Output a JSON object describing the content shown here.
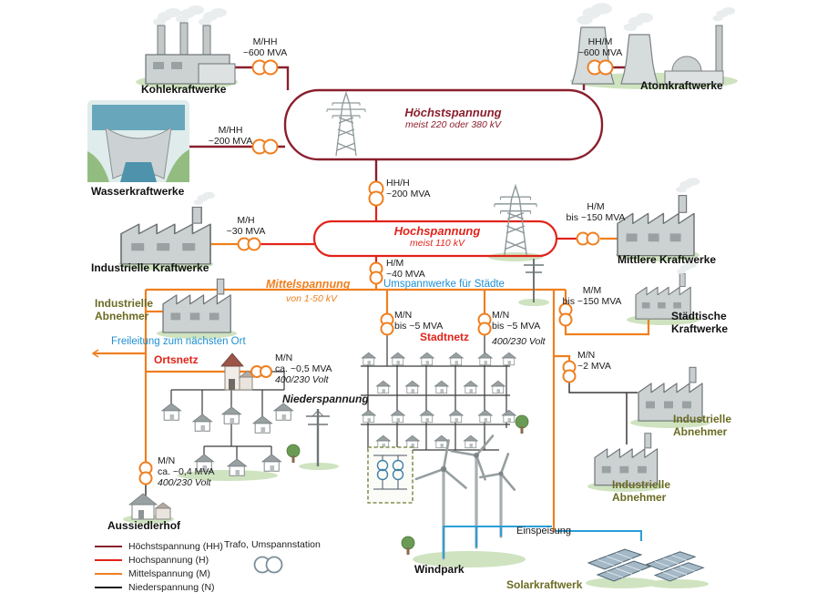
{
  "colors": {
    "hoechstspannung": "#8a1f2d",
    "hochspannung": "#e2231a",
    "mittelspannung": "#ef7f1f",
    "niederspannung": "#1b1b1b",
    "info_blue": "#1e8fd0",
    "consumer_olive": "#6b6b23"
  },
  "plants": {
    "kohle": "Kohlekraftwerke",
    "atom": "Atomkraftwerke",
    "wasser": "Wasserkraftwerke",
    "industrielle": "Industrielle Kraftwerke",
    "mittlere": "Mittlere Kraftwerke",
    "staedtische": [
      "Städtische",
      "Kraftwerke"
    ],
    "windpark": "Windpark",
    "solar": "Solarkraftwerk"
  },
  "levels": {
    "hoechst_title": "Höchstspannung",
    "hoechst_sub": "meist 220 oder 380 kV",
    "hoch_title": "Hochspannung",
    "hoch_sub": "meist 110 kV",
    "mittel_title": "Mittelspannung",
    "mittel_sub": "von 1-50 kV",
    "nieder_title": "Niederspannung"
  },
  "transformers": {
    "kohle": [
      "M/HH",
      "~600 MVA"
    ],
    "atom": [
      "HH/M",
      "~600 MVA"
    ],
    "wasser": [
      "M/HH",
      "~200 MVA"
    ],
    "hh_h": [
      "HH/H",
      "~200 MVA"
    ],
    "ind_kw": [
      "M/H",
      "~30 MVA"
    ],
    "mittlere_kw": [
      "H/M",
      "bis ~150 MVA"
    ],
    "staedte": [
      "H/M",
      "~40 MVA"
    ],
    "m_m": [
      "M/M",
      "bis ~150 MVA"
    ],
    "stadt_links": [
      "M/N",
      "bis ~5 MVA"
    ],
    "stadt_rechts": [
      "M/N",
      "bis ~5 MVA",
      "400/230 Volt"
    ],
    "ortsnetz": [
      "M/N",
      "ca. ~0,5 MVA",
      "400/230 Volt"
    ],
    "ind_abnehmer": [
      "M/N",
      "~2 MVA"
    ],
    "aussiedlerhof": [
      "M/N",
      "ca. ~0,4 MVA",
      "400/230 Volt"
    ]
  },
  "labels": {
    "umspannwerke": "Umspannwerke für Städte",
    "freileitung": "Freileitung zum nächsten Ort",
    "ortsnetz": "Ortsnetz",
    "stadtnetz": "Stadtnetz",
    "einspeisung": "Einspeisung",
    "aussiedlerhof": "Aussiedlerhof",
    "industrielle_abnehmer": [
      "Industrielle",
      "Abnehmer"
    ]
  },
  "legend": {
    "items": [
      "Höchstspannung (HH)",
      "Hochspannung (H)",
      "Mittelspannung (M)",
      "Niederspannung (N)"
    ],
    "trafo": "Trafo, Umspannstation"
  }
}
